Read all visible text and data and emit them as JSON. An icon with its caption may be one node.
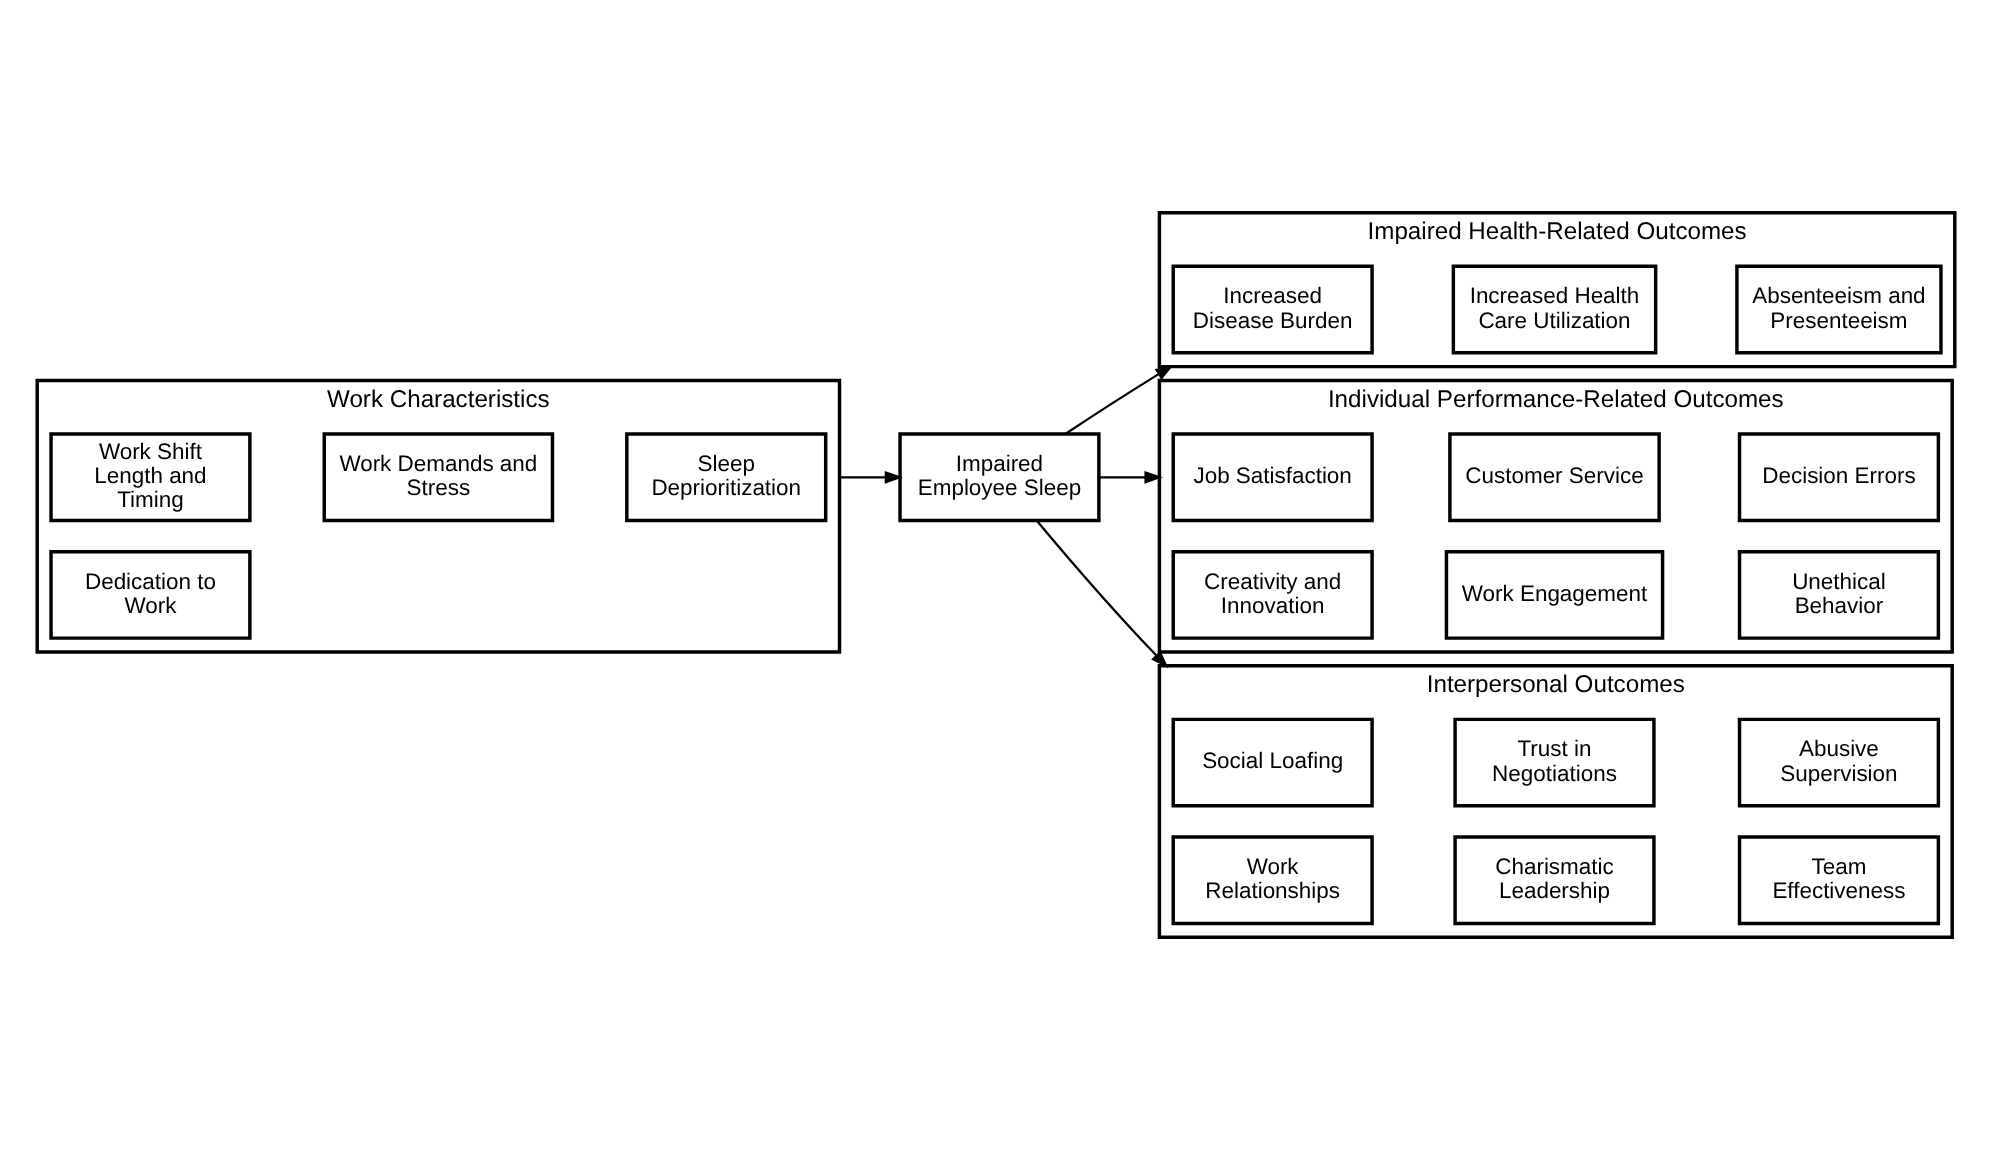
{
  "diagram": {
    "nodes": [
      {
        "text": [
          "Work Characteristics"
        ]
      },
      {
        "text": [
          "Work Shift Length and Timing"
        ],
        "in": 0
      },
      {
        "text": [
          "Work Demands and Stress"
        ],
        "in": 0
      },
      {
        "text": [
          "Sleep Deprioritization"
        ],
        "in": 0
      },
      {
        "text": [
          "Dedication to Work"
        ],
        "in": 0
      },
      {
        "text": [
          "Impaired Employee Sleep"
        ]
      },
      {
        "text": [
          "Impaired Health-Related Outcomes"
        ]
      },
      {
        "text": [
          "Increased Disease Burden"
        ],
        "in": 6
      },
      {
        "text": [
          "Increased Health Care Utilization"
        ],
        "in": 6
      },
      {
        "text": [
          "Absenteeism and Presenteeism"
        ],
        "in": 6
      },
      {
        "text": [
          "Individual Performance-Related Outcomes"
        ]
      },
      {
        "text": [
          "Job Satisfaction"
        ],
        "in": 10
      },
      {
        "text": [
          "Customer Service"
        ],
        "in": 10
      },
      {
        "text": [
          "Decision Errors"
        ],
        "in": 10
      },
      {
        "text": [
          "Creativity and Innovation"
        ],
        "in": 10
      },
      {
        "text": [
          "Work Engagement"
        ],
        "in": 10
      },
      {
        "text": [
          "Unethical Behavior"
        ],
        "in": 10
      },
      {
        "text": [
          "Interpersonal Outcomes"
        ]
      },
      {
        "text": [
          "Social Loafing"
        ],
        "in": 17
      },
      {
        "text": [
          "Trust in Negotiations"
        ],
        "in": 17
      },
      {
        "text": [
          "Abusive Supervision"
        ],
        "in": 17
      },
      {
        "text": [
          "Work Relationships"
        ],
        "in": 17
      },
      {
        "text": [
          "Charismatic Leadership"
        ],
        "in": 17
      },
      {
        "text": [
          "Team Effectiveness"
        ],
        "in": 17
      }
    ],
    "edges": [
      {
        "from": 0,
        "to": 5,
        "arrow": "to"
      },
      {
        "from": 5,
        "to": 6,
        "arrow": "to"
      },
      {
        "from": 5,
        "to": 10,
        "arrow": "to"
      },
      {
        "from": 5,
        "to": 17,
        "arrow": "to"
      }
    ]
  }
}
